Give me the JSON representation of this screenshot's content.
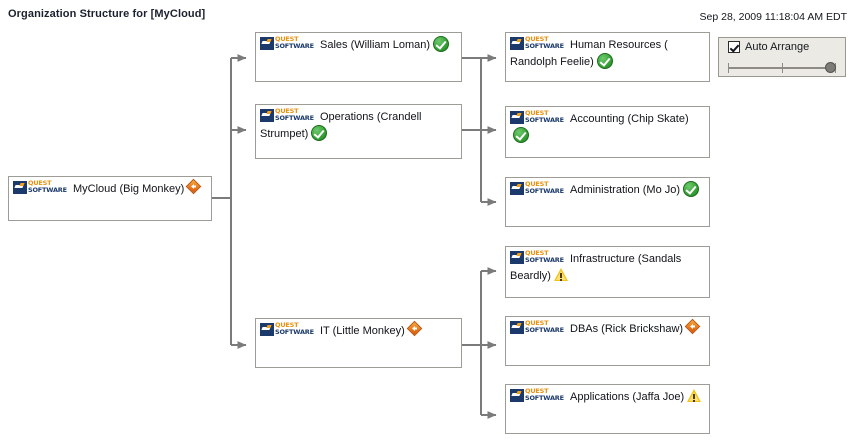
{
  "header": {
    "title": "Organization Structure for [MyCloud]",
    "timestamp": "Sep 28, 2009 11:18:04 AM EDT"
  },
  "auto_arrange": {
    "label": "Auto Arrange",
    "checked": true,
    "slider_value": 100,
    "slider_min": 0,
    "slider_max": 100
  },
  "brand": {
    "logo_line1": "QUEST",
    "logo_line2": "SOFTWARE",
    "logo_name": "quest-software-logo"
  },
  "nodes": {
    "root": {
      "label": "MyCloud (Big Monkey)",
      "status": "alert",
      "status_name": "orange-diamond-alert-icon"
    },
    "sales": {
      "label": "Sales (William Loman)",
      "status": "ok",
      "status_name": "green-check-ok-icon"
    },
    "operations": {
      "label": "Operations (Crandell Strumpet)",
      "status": "ok",
      "status_name": "green-check-ok-icon"
    },
    "it": {
      "label": "IT (Little Monkey)",
      "status": "alert",
      "status_name": "orange-diamond-alert-icon"
    },
    "human_resources": {
      "label": "Human Resources ( Randolph Feelie)",
      "status": "ok",
      "status_name": "green-check-ok-icon"
    },
    "accounting": {
      "label": "Accounting (Chip Skate)",
      "status": "ok",
      "status_name": "green-check-ok-icon"
    },
    "administration": {
      "label": "Administration (Mo Jo)",
      "status": "ok",
      "status_name": "green-check-ok-icon"
    },
    "infrastructure": {
      "label": "Infrastructure (Sandals Beardly)",
      "status": "warn",
      "status_name": "yellow-warning-icon"
    },
    "dbas": {
      "label": "DBAs (Rick Brickshaw)",
      "status": "alert",
      "status_name": "orange-diamond-alert-icon"
    },
    "applications": {
      "label": "Applications (Jaffa Joe)",
      "status": "warn",
      "status_name": "yellow-warning-icon"
    }
  },
  "colors": {
    "status_ok": "#2e9b2e",
    "status_warn": "#f2c416",
    "status_alert": "#e8761a",
    "connector": "#7b7b7b",
    "node_border": "#9e9c96",
    "panel_bg": "#eceae4"
  }
}
